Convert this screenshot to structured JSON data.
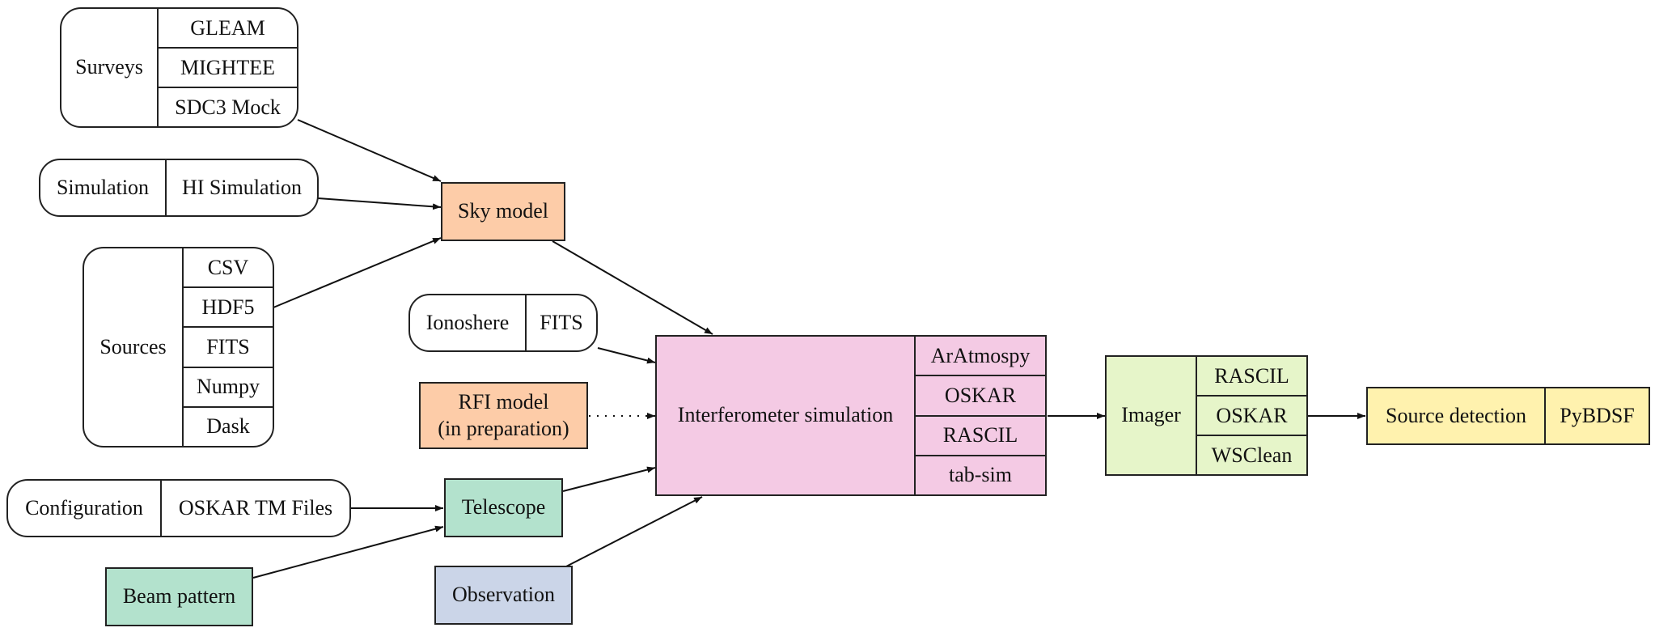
{
  "colors": {
    "sky": "#fdcca8",
    "rfi": "#fdcca8",
    "telescope": "#b3e2cd",
    "beam": "#b3e2cd",
    "observation": "#cbd5e8",
    "interferometer": "#f4cae4",
    "imager": "#e6f5c9",
    "detection": "#fff2ae",
    "record": "#ffffff",
    "stroke": "#222222"
  },
  "surveys": {
    "label": "Surveys",
    "fields": [
      "GLEAM",
      "MIGHTEE",
      "SDC3 Mock"
    ]
  },
  "simulation": {
    "label": "Simulation",
    "fields": [
      "HI Simulation"
    ]
  },
  "sources": {
    "label": "Sources",
    "fields": [
      "CSV",
      "HDF5",
      "FITS",
      "Numpy",
      "Dask"
    ]
  },
  "ionosphere": {
    "label": "Ionoshere",
    "fields": [
      "FITS"
    ]
  },
  "configuration": {
    "label": "Configuration",
    "fields": [
      "OSKAR TM Files"
    ]
  },
  "sky_model": {
    "label": "Sky model"
  },
  "rfi_model": {
    "label_line1": "RFI model",
    "label_line2": "(in preparation)"
  },
  "telescope": {
    "label": "Telescope"
  },
  "beam_pattern": {
    "label": "Beam pattern"
  },
  "observation": {
    "label": "Observation"
  },
  "interferometer": {
    "label": "Interferometer simulation",
    "fields": [
      "ArAtmospy",
      "OSKAR",
      "RASCIL",
      "tab-sim"
    ]
  },
  "imager": {
    "label": "Imager",
    "fields": [
      "RASCIL",
      "OSKAR",
      "WSClean"
    ]
  },
  "source_detection": {
    "label": "Source detection",
    "fields": [
      "PyBDSF"
    ]
  }
}
